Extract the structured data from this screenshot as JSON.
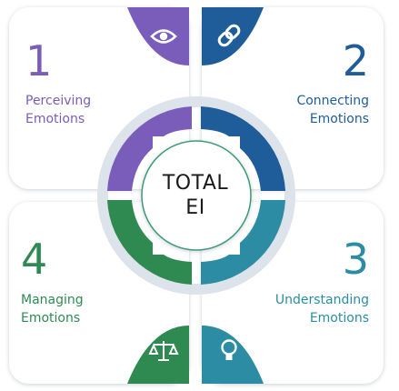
{
  "colors": {
    "perceiving": "#7a5dbb",
    "connecting": "#1f5d9a",
    "understanding": "#2b8ca3",
    "managing": "#2f8a52",
    "card": "#ffffff",
    "ring_bg": "#dde3ea"
  },
  "center": {
    "line1": "TOTAL",
    "line2": "EI"
  },
  "quadrants": [
    {
      "number": "1",
      "line1": "Perceiving",
      "line2": "Emotions",
      "icon": "eye-icon"
    },
    {
      "number": "2",
      "line1": "Connecting",
      "line2": "Emotions",
      "icon": "link-icon"
    },
    {
      "number": "3",
      "line1": "Understanding",
      "line2": "Emotions",
      "icon": "lightbulb-icon"
    },
    {
      "number": "4",
      "line1": "Managing",
      "line2": "Emotions",
      "icon": "scales-icon"
    }
  ]
}
